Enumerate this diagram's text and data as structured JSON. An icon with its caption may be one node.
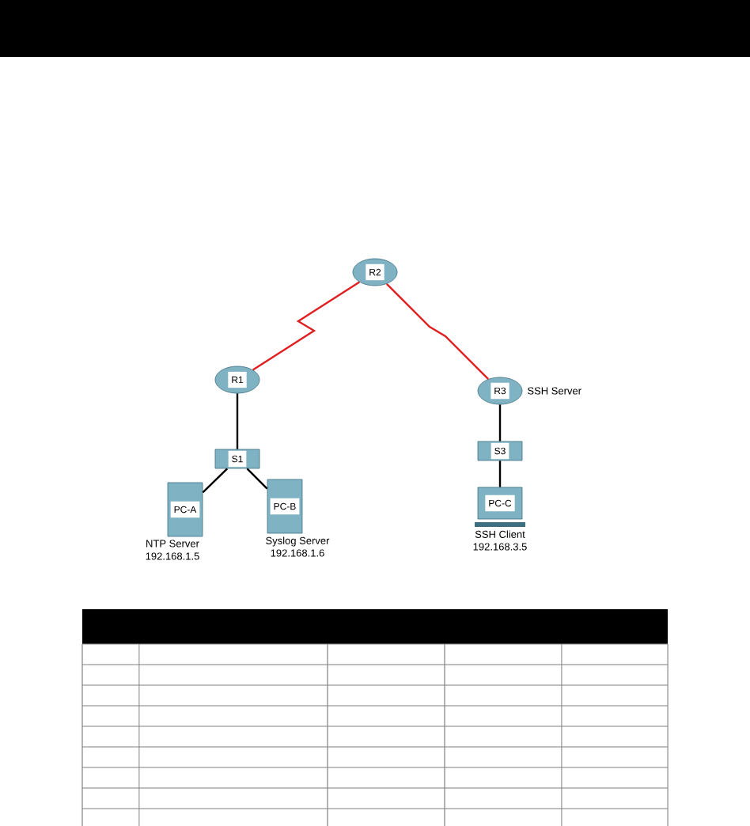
{
  "diagram": {
    "nodes": [
      {
        "text": [
          "R2"
        ]
      },
      {
        "text": [
          "R1"
        ]
      },
      {
        "text": [
          "R3"
        ],
        "beside": [
          "SSH Server"
        ]
      },
      {
        "text": [
          "S1"
        ]
      },
      {
        "text": [
          "S3"
        ]
      },
      {
        "text": [
          "PC-A"
        ],
        "beside": [
          "NTP Server",
          "192.168.1.5"
        ]
      },
      {
        "text": [
          "PC-B"
        ],
        "beside": [
          "Syslog Server",
          "192.168.1.6"
        ]
      },
      {
        "text": [
          "PC-C"
        ],
        "beside": [
          "SSH Client",
          "192.168.3.5"
        ]
      }
    ],
    "edges": [
      {
        "from": 0,
        "to": 1,
        "arrow": "none",
        "color": "#e02020"
      },
      {
        "from": 0,
        "to": 2,
        "arrow": "none",
        "color": "#e02020"
      },
      {
        "from": 1,
        "to": 3,
        "arrow": "none"
      },
      {
        "from": 3,
        "to": 5,
        "arrow": "none"
      },
      {
        "from": 3,
        "to": 6,
        "arrow": "none"
      },
      {
        "from": 2,
        "to": 4,
        "arrow": "none"
      },
      {
        "from": 4,
        "to": 7,
        "arrow": "none"
      }
    ]
  }
}
